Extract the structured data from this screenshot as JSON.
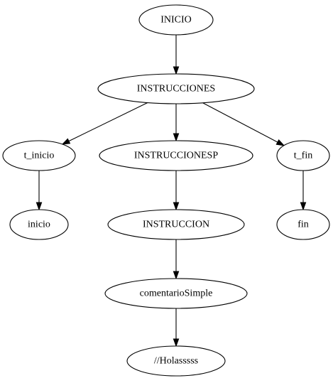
{
  "diagram": {
    "nodes": [
      {
        "id": "inicio_root",
        "label": "INICIO"
      },
      {
        "id": "instrucciones",
        "label": "INSTRUCCIONES"
      },
      {
        "id": "t_inicio",
        "label": "t_inicio"
      },
      {
        "id": "instruccionesp",
        "label": "INSTRUCCIONESP"
      },
      {
        "id": "t_fin",
        "label": "t_fin"
      },
      {
        "id": "inicio_leaf",
        "label": "inicio"
      },
      {
        "id": "instruccion",
        "label": "INSTRUCCION"
      },
      {
        "id": "fin_leaf",
        "label": "fin"
      },
      {
        "id": "comentario_simple",
        "label": "comentarioSimple"
      },
      {
        "id": "holasssss",
        "label": "//Holasssss"
      }
    ],
    "edges": [
      {
        "from": "inicio_root",
        "to": "instrucciones"
      },
      {
        "from": "instrucciones",
        "to": "t_inicio"
      },
      {
        "from": "instrucciones",
        "to": "instruccionesp"
      },
      {
        "from": "instrucciones",
        "to": "t_fin"
      },
      {
        "from": "t_inicio",
        "to": "inicio_leaf"
      },
      {
        "from": "instruccionesp",
        "to": "instruccion"
      },
      {
        "from": "t_fin",
        "to": "fin_leaf"
      },
      {
        "from": "instruccion",
        "to": "comentario_simple"
      },
      {
        "from": "comentario_simple",
        "to": "holasssss"
      }
    ]
  }
}
